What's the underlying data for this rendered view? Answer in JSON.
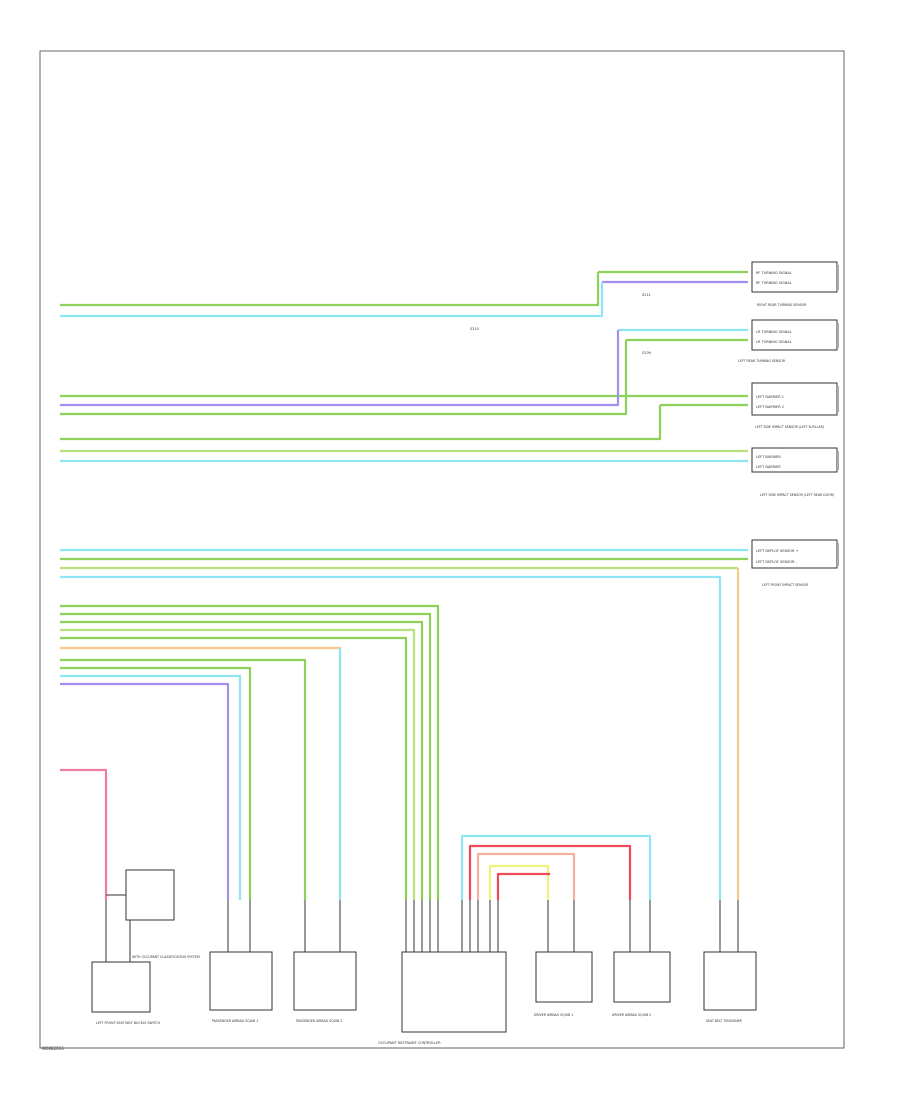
{
  "diagram": {
    "footer_code": "W0082016",
    "colors": {
      "green": "#8ed15a",
      "light_green": "#b7e07e",
      "cyan": "#8fe6f2",
      "blue": "#9aa8f0",
      "violet": "#a48ef0",
      "orange": "#f5c98a",
      "salmon": "#f2b0a0",
      "pink": "#f07ca0",
      "red": "#f04a5a",
      "yellow": "#f2f27a",
      "frame": "#666666"
    },
    "components": [
      {
        "id": "right-rear-sensor",
        "lines": [
          "RF TURNING SIGNAL",
          "RF TURNING SIGNAL"
        ],
        "caption": "RIGHT REAR TURNING SENSOR"
      },
      {
        "id": "left-rear-sensor",
        "lines": [
          "LR TURNING SIGNAL",
          "LR TURNING SIGNAL"
        ],
        "caption": "LEFT REAR TURNING SENSOR"
      },
      {
        "id": "left-side-impact-sensor",
        "lines": [
          "LEFT BARRIER 1",
          "LEFT BARRIER 2"
        ],
        "caption": "LEFT SIDE IMPACT SENSOR (LEFT B-PILLAR)"
      },
      {
        "id": "left-side-impact-sensor-2",
        "lines": [
          "LEFT BARRIER",
          "LEFT BARRIER"
        ],
        "caption": "LEFT SIDE IMPACT SENSOR (LEFT REAR DOOR)"
      },
      {
        "id": "left-front-impact-sensor",
        "lines": [
          "LEFT DEPLOY SENSOR +",
          "LEFT DEPLOY SENSOR -"
        ],
        "caption": "LEFT FRONT IMPACT SENSOR"
      }
    ],
    "bottom_components": [
      {
        "id": "left-front-seat-belt",
        "caption": "LEFT FRONT SEAT BELT BUCKLE SWITCH"
      },
      {
        "id": "passenger-airbag-1",
        "caption": "PASSENGER AIRBAG SQUIB 1"
      },
      {
        "id": "passenger-airbag-2",
        "caption": "PASSENGER AIRBAG SQUIB 2"
      },
      {
        "id": "occupant-restraint-module",
        "caption": "OCCUPANT RESTRAINT CONTROLLER"
      },
      {
        "id": "driver-airbag-1",
        "caption": "DRIVER AIRBAG SQUIB 1"
      },
      {
        "id": "driver-airbag-2",
        "caption": "DRIVER AIRBAG SQUIB 2"
      },
      {
        "id": "seat-belt-tensioner",
        "caption": "SEAT BELT TENSIONER"
      }
    ],
    "splice_labels": [
      "S211",
      "S210",
      "S209"
    ],
    "side_note": "WITH OCCUPANT CLASSIFICATION SYSTEM"
  }
}
